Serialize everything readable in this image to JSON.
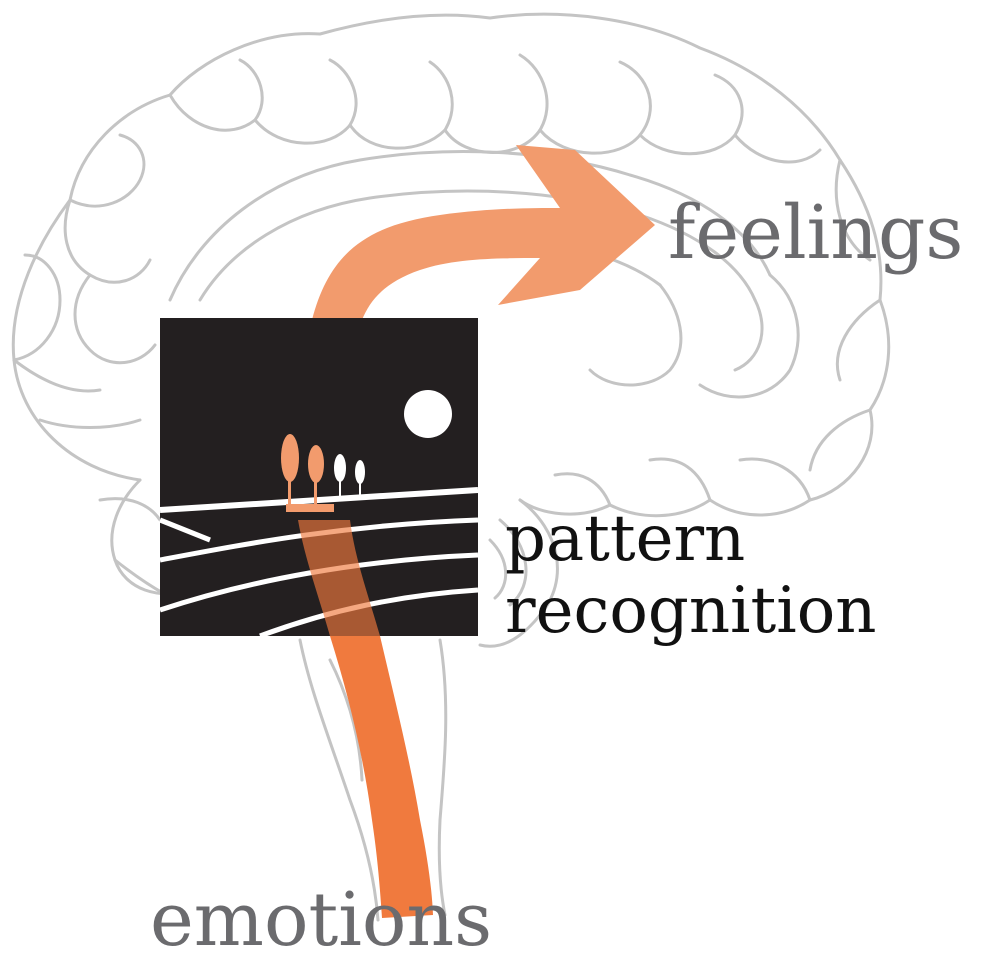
{
  "labels": {
    "feelings": "feelings",
    "pattern_line1": "pattern",
    "pattern_line2": "recognition",
    "emotions": "emotions"
  },
  "colors": {
    "outline": "#c4c4c4",
    "arrow_light": "#f29b6d",
    "arrow_strong": "#f07a3e",
    "panel": "#231f20",
    "label_gray": "#6b6b6e",
    "label_black": "#111111",
    "moon": "#ffffff"
  },
  "icons": [
    "brain-outline-icon",
    "arrow-icon",
    "landscape-icon",
    "moon-icon",
    "tree-icon"
  ]
}
